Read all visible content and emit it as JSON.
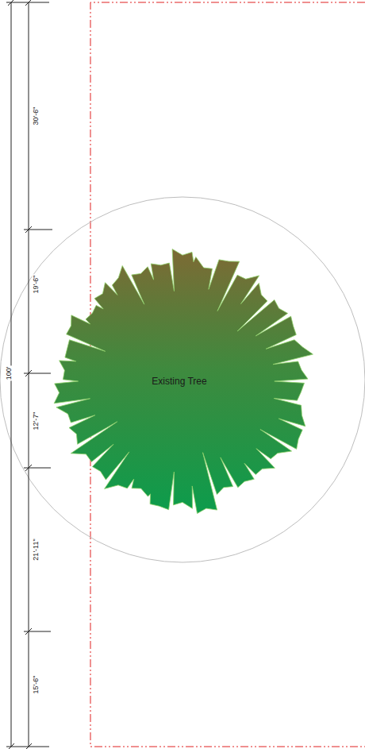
{
  "diagram": {
    "nodes": [
      {
        "text": [
          "Existing Tree"
        ]
      }
    ],
    "labels": [
      "30'-6\"",
      "19'-6\"",
      "100'",
      "12'-7\"",
      "21'-11\"",
      "15'-6\""
    ]
  }
}
